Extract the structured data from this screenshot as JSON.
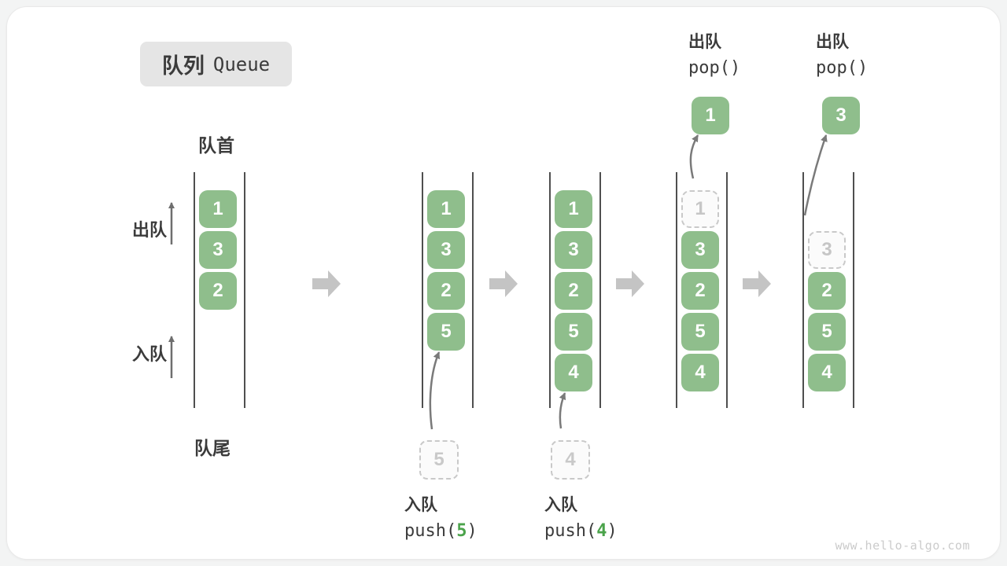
{
  "title": {
    "zh": "队列",
    "en": "Queue"
  },
  "labels": {
    "front": "队首",
    "rear": "队尾",
    "dequeue_side": "出队",
    "enqueue_side": "入队"
  },
  "colors": {
    "cell_green": "#8fbe8c",
    "code_arg_green": "#4ba34b",
    "step_arrow_gray": "#c4c4c4",
    "ghost_gray": "#c9c9c9",
    "text_dark": "#3b3b3b"
  },
  "icons": {
    "step_arrow": "block-right-arrow",
    "flow_arrow": "thin-curved-arrow",
    "side_arrow": "thin-up-arrow"
  },
  "queues": [
    {
      "cells": [
        {
          "value": "1",
          "kind": "filled",
          "slot": 0
        },
        {
          "value": "3",
          "kind": "filled",
          "slot": 1
        },
        {
          "value": "2",
          "kind": "filled",
          "slot": 2
        }
      ]
    },
    {
      "cells": [
        {
          "value": "1",
          "kind": "filled",
          "slot": 0
        },
        {
          "value": "3",
          "kind": "filled",
          "slot": 1
        },
        {
          "value": "2",
          "kind": "filled",
          "slot": 2
        },
        {
          "value": "5",
          "kind": "filled",
          "slot": 3
        }
      ],
      "pending": {
        "value": "5"
      },
      "op": {
        "action": "入队",
        "code_before": "push(",
        "code_arg": "5",
        "code_after": ")"
      }
    },
    {
      "cells": [
        {
          "value": "1",
          "kind": "filled",
          "slot": 0
        },
        {
          "value": "3",
          "kind": "filled",
          "slot": 1
        },
        {
          "value": "2",
          "kind": "filled",
          "slot": 2
        },
        {
          "value": "5",
          "kind": "filled",
          "slot": 3
        },
        {
          "value": "4",
          "kind": "filled",
          "slot": 4
        }
      ],
      "pending": {
        "value": "4"
      },
      "op": {
        "action": "入队",
        "code_before": "push(",
        "code_arg": "4",
        "code_after": ")"
      }
    },
    {
      "cells": [
        {
          "value": "1",
          "kind": "ghost",
          "slot": 0
        },
        {
          "value": "3",
          "kind": "filled",
          "slot": 1
        },
        {
          "value": "2",
          "kind": "filled",
          "slot": 2
        },
        {
          "value": "5",
          "kind": "filled",
          "slot": 3
        },
        {
          "value": "4",
          "kind": "filled",
          "slot": 4
        }
      ],
      "popped": {
        "value": "1"
      },
      "op": {
        "action": "出队",
        "code": "pop()"
      }
    },
    {
      "cells": [
        {
          "value": "3",
          "kind": "ghost",
          "slot": 1
        },
        {
          "value": "2",
          "kind": "filled",
          "slot": 2
        },
        {
          "value": "5",
          "kind": "filled",
          "slot": 3
        },
        {
          "value": "4",
          "kind": "filled",
          "slot": 4
        }
      ],
      "popped": {
        "value": "3"
      },
      "op": {
        "action": "出队",
        "code": "pop()"
      }
    }
  ],
  "watermark": "www.hello-algo.com"
}
